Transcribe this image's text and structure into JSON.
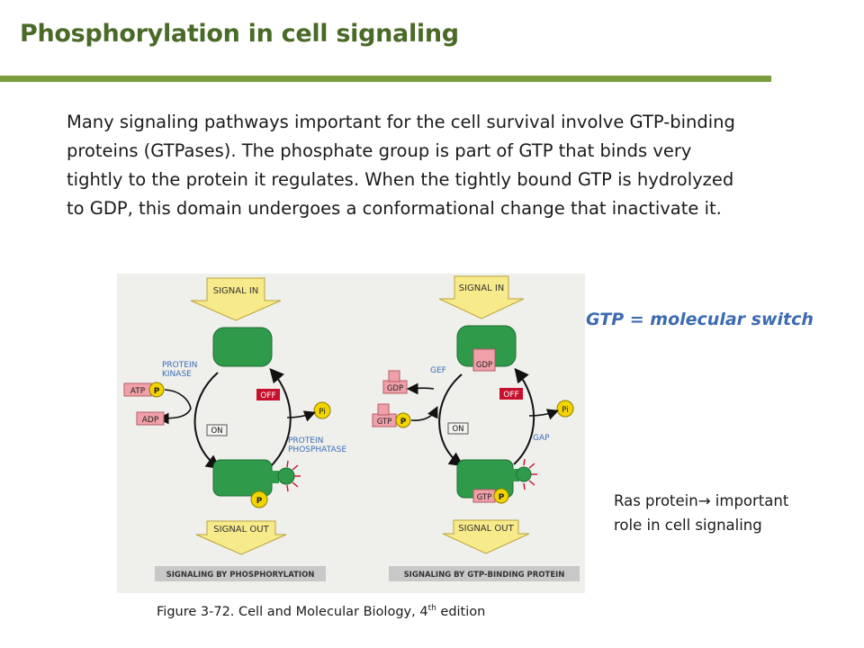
{
  "title": "Phosphorylation in cell signaling",
  "body_text": "Many signaling pathways important for the cell survival involve  GTP-binding proteins (GTPases). The phosphate group is part of GTP that binds very tightly to the protein it regulates. When the tightly bound GTP is hydrolyzed to GDP, this domain undergoes a conformational change that inactivate it.",
  "switch_label": "GTP = molecular switch",
  "ras_note": {
    "prefix": "Ras protein",
    "arrow": "→",
    "suffix": " important role in cell signaling"
  },
  "caption": {
    "before": "Figure 3-72. Cell and Molecular Biology, 4",
    "sup": "th",
    "after": " edition"
  },
  "figure": {
    "left": {
      "signal_in": "SIGNAL IN",
      "signal_out": "SIGNAL OUT",
      "protein_kinase_line1": "PROTEIN",
      "protein_kinase_line2": "KINASE",
      "protein_phosphatase_line1": "PROTEIN",
      "protein_phosphatase_line2": "PHOSPHATASE",
      "off": "OFF",
      "on": "ON",
      "atp": "ATP",
      "adp": "ADP",
      "p": "P",
      "pi": "Pi",
      "footer": "SIGNALING BY PHOSPHORYLATION"
    },
    "right": {
      "signal_in": "SIGNAL IN",
      "signal_out": "SIGNAL OUT",
      "gef": "GEF",
      "gap": "GAP",
      "off": "OFF",
      "on": "ON",
      "gdp": "GDP",
      "gtp": "GTP",
      "p": "P",
      "pi": "Pi",
      "footer": "SIGNALING BY GTP-BINDING PROTEIN"
    },
    "colors": {
      "protein": "#2e9a4a",
      "arrow_yellow": "#f7ea8a",
      "off_red": "#c8102e",
      "pink": "#f0a0a8",
      "phosphate": "#f2d400",
      "label_blue": "#3a6fb8"
    }
  }
}
